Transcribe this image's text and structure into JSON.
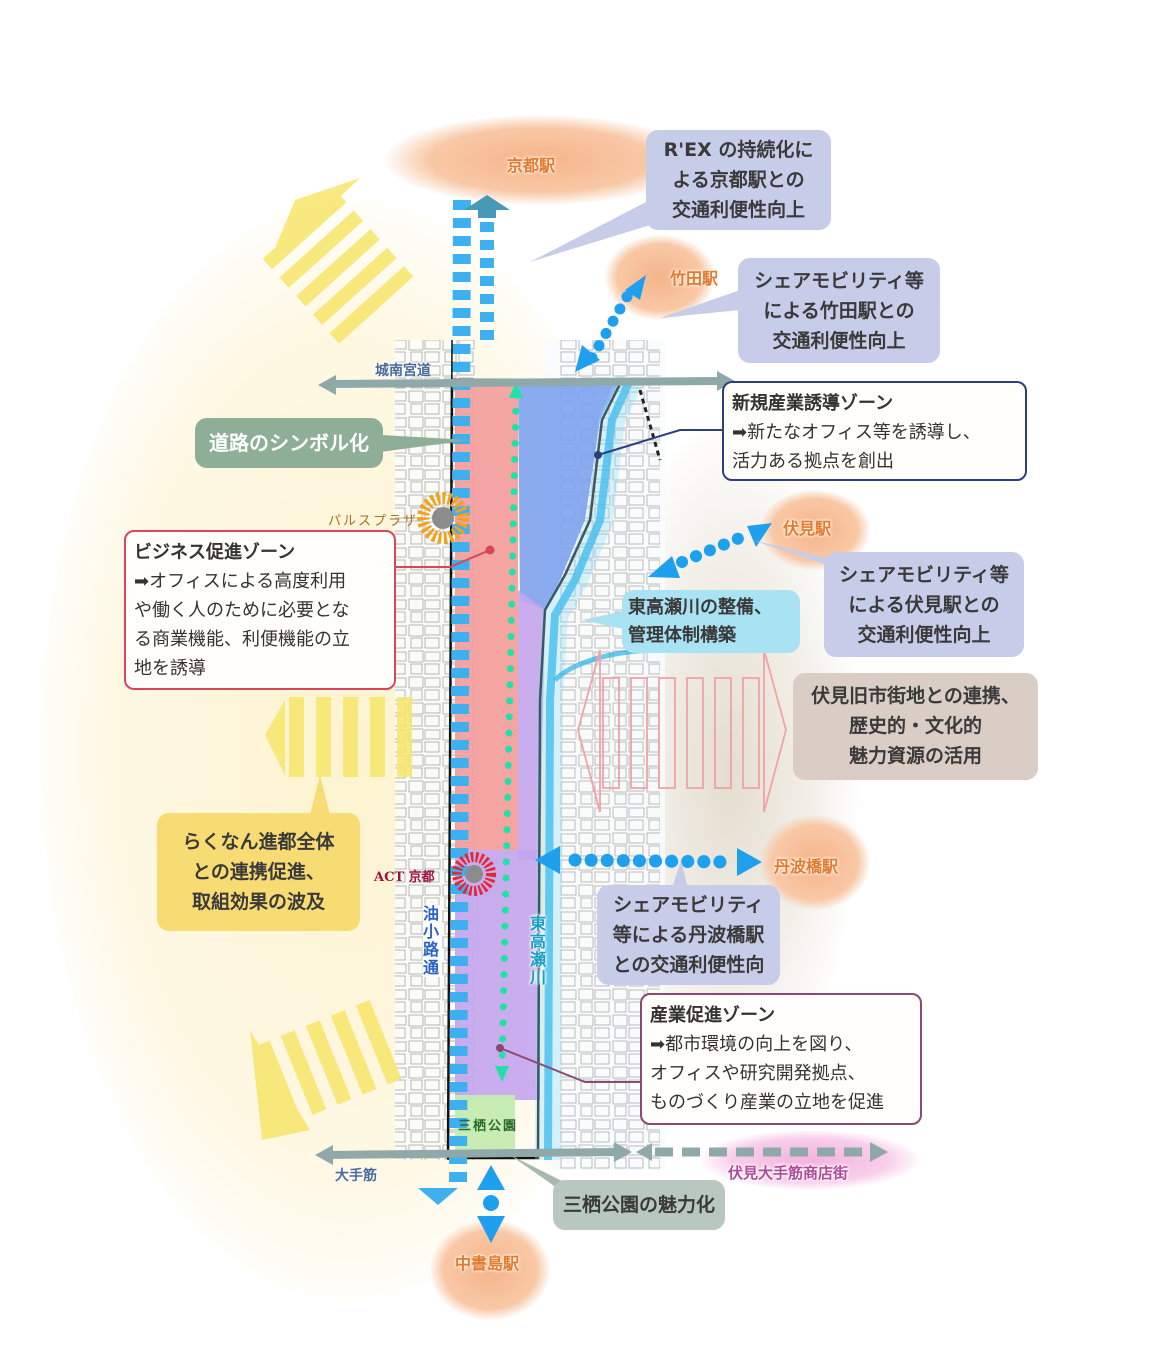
{
  "title": "らくなん進都 地区将来像図",
  "stations": {
    "kyoto": "京都駅",
    "takeda": "竹田駅",
    "fushimi": "伏見駅",
    "tambabashi": "丹波橋駅",
    "chushojima": "中書島駅"
  },
  "roads": {
    "jonan_miyamichi": "城南宮道",
    "otesuji": "大手筋",
    "aburanokoji": "油小路通",
    "higashitakasegawa": "東高瀬川",
    "fushimi_shotengai": "伏見大手筋商店街"
  },
  "landmarks": {
    "pulse_plaza": "パルスプラザ",
    "act_kyoto": "ACT 京都",
    "mitsu_park": "三栖公園"
  },
  "callouts": {
    "rex": [
      "R'EX の持続化に",
      "よる京都駅との",
      "交通利便性向上"
    ],
    "takeda_mobility": [
      "シェアモビリティ等",
      "による竹田駅との",
      "交通利便性向上"
    ],
    "road_symbol": [
      "道路のシンボル化"
    ],
    "fushimi_mobility": [
      "シェアモビリティ等",
      "による伏見駅との",
      "交通利便性向上"
    ],
    "river": [
      "東高瀬川の整備、",
      "管理体制構築"
    ],
    "old_town": [
      "伏見旧市街地との連携、",
      "歴史的・文化的",
      "魅力資源の活用"
    ],
    "rakunan": [
      "らくなん進都全体",
      "との連携促進、",
      "取組効果の波及"
    ],
    "tambabashi_mobility": [
      "シェアモビリティ",
      "等による丹波橋駅",
      "との交通利便性向"
    ],
    "park": [
      "三栖公園の魅力化"
    ]
  },
  "zones": {
    "new_industry": {
      "title": "新規産業誘導ゾーン",
      "lines": [
        "➡新たなオフィス等を誘導し、",
        "活力ある拠点を創出"
      ],
      "color": "#2e3f7f"
    },
    "business": {
      "title": "ビジネス促進ゾーン",
      "lines": [
        "➡オフィスによる高度利用",
        "や働く人のために必要とな",
        "る商業機能、利便機能の立",
        "地を誘導"
      ],
      "color": "#d9455a"
    },
    "industry": {
      "title": "産業促進ゾーン",
      "lines": [
        "➡都市環境の向上を図り、",
        "オフィスや研究開発拠点、",
        "ものづくり産業の立地を促進"
      ],
      "color": "#8a4a72"
    }
  },
  "colors": {
    "station_glow": "#f6b48a",
    "mobility_blue": "#1ea0ee",
    "road_arrow": "#8fa9ab",
    "zone_blue": "#6f98ee",
    "zone_pink": "#f39a9a",
    "zone_purple": "#c3a4ee",
    "green_dots": "#22e0a8",
    "yellow_arrow": "#f7e66a",
    "bubble_lavender": "#c7cde8",
    "bubble_cyan": "#a9e2f2",
    "bubble_green": "#8fae98",
    "bubble_yellow": "#f7dc73",
    "bubble_taupe": "#d9cdc6"
  }
}
